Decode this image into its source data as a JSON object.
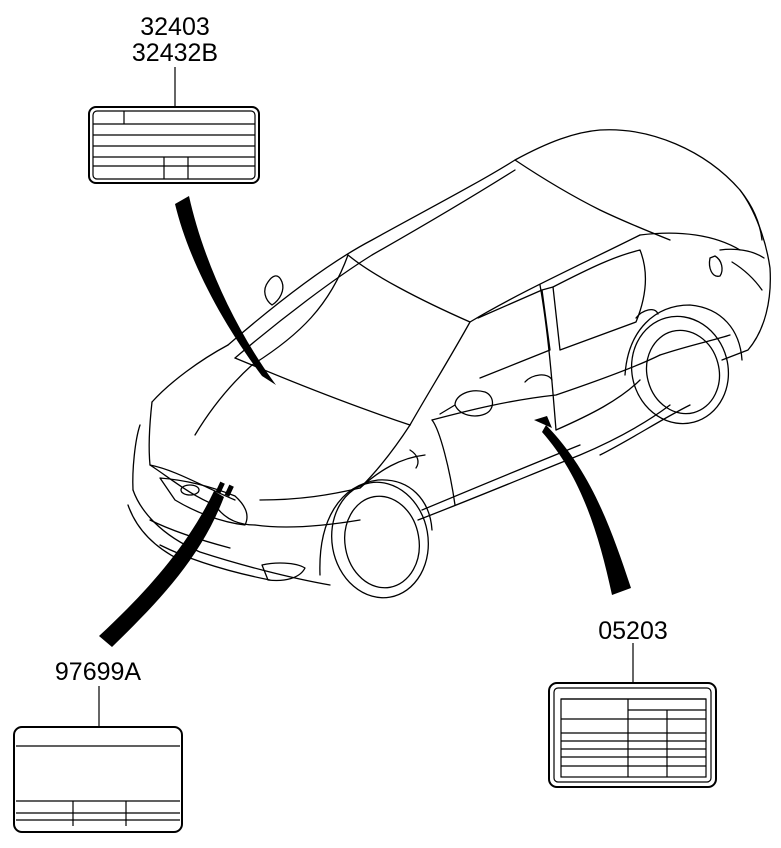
{
  "callouts": {
    "top_left": {
      "line1": "32403",
      "line2": "32432B"
    },
    "bottom_left": {
      "label": "97699A"
    },
    "bottom_right": {
      "label": "05203"
    }
  },
  "colors": {
    "line": "#000000",
    "background": "#ffffff"
  }
}
